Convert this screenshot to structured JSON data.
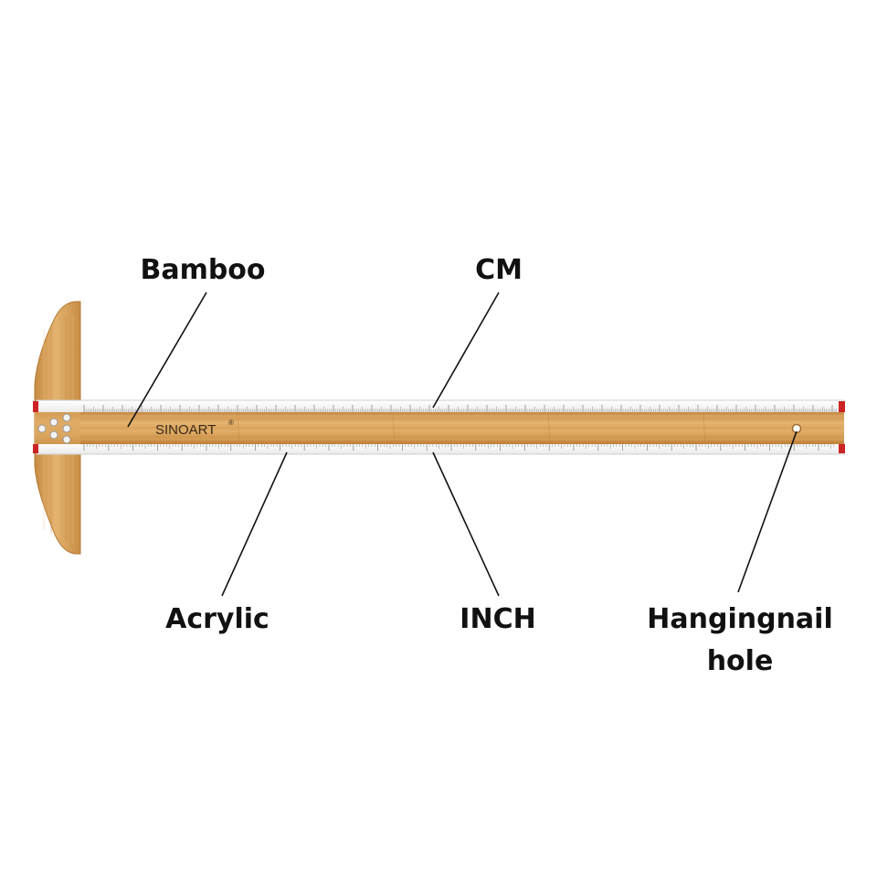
{
  "brand": {
    "name": "SINOART",
    "mark": "®"
  },
  "callouts": {
    "bamboo": "Bamboo",
    "cm": "CM",
    "acrylic": "Acrylic",
    "inch": "INCH",
    "hanging_hole_line1": "Hangingnail",
    "hanging_hole_line2": "hole"
  },
  "colors": {
    "bamboo_light": "#e2b06c",
    "bamboo_mid": "#d29b52",
    "bamboo_dark": "#b87c38",
    "acrylic": "#f4f4f4",
    "acrylic_edge": "#c8c8c8",
    "end_cap": "#cc2424",
    "tick": "#7a7a7a",
    "leader_line": "#111111",
    "label_text": "#111111"
  }
}
